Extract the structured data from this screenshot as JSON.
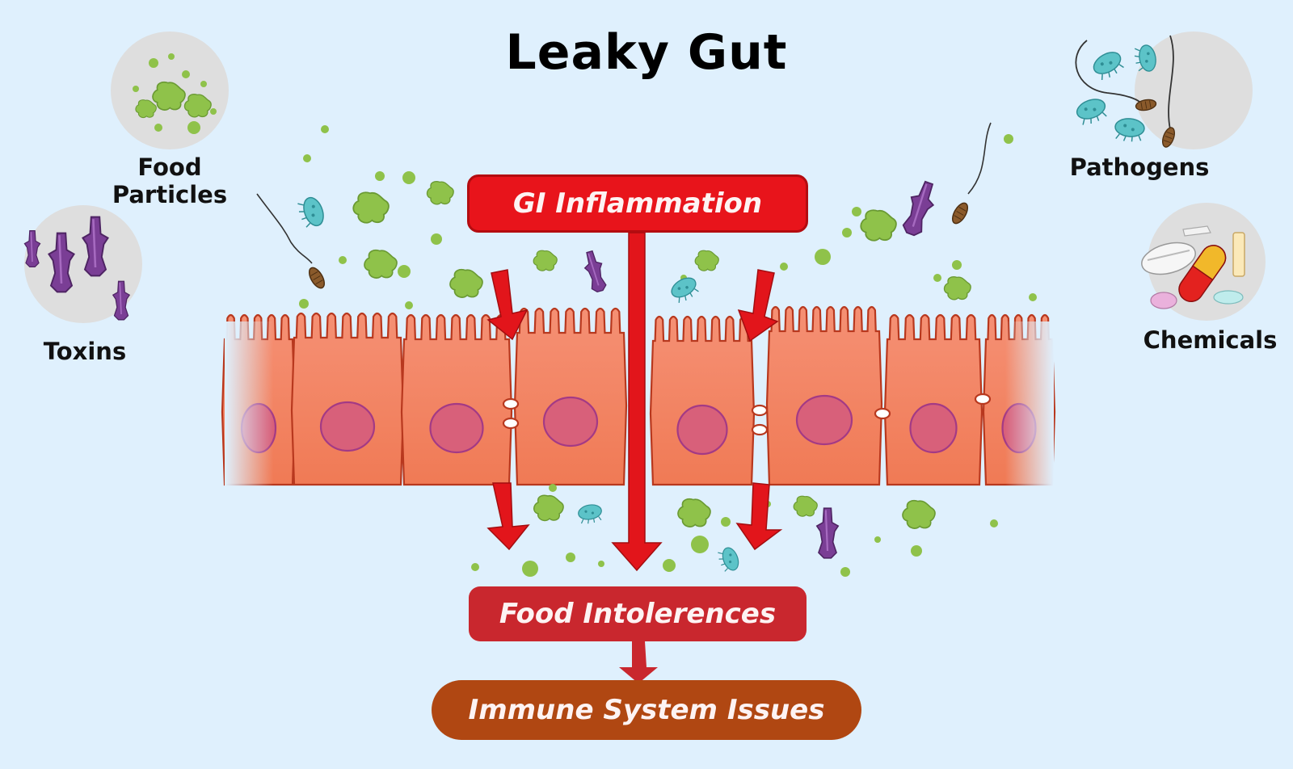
{
  "title": "Leaky Gut",
  "sources": {
    "food_particles": "Food\nParticles",
    "toxins": "Toxins",
    "pathogens": "Pathogens",
    "chemicals": "Chemicals"
  },
  "flow": {
    "inflammation": "GI Inflammation",
    "intolerances": "Food Intolerences",
    "immune": "Immune System Issues"
  },
  "colors": {
    "background": "#dff0fd",
    "circle": "#dedede",
    "cell": "#f3845f",
    "nucleus": "#d8607a",
    "particle": "#8fc24a",
    "toxin": "#7a3e95",
    "bacteria": "#5cc3c8",
    "arrow": "#e2151b",
    "box_inflammation": "#e8141b",
    "box_intolerances": "#c9272e",
    "box_immune": "#b04712"
  }
}
